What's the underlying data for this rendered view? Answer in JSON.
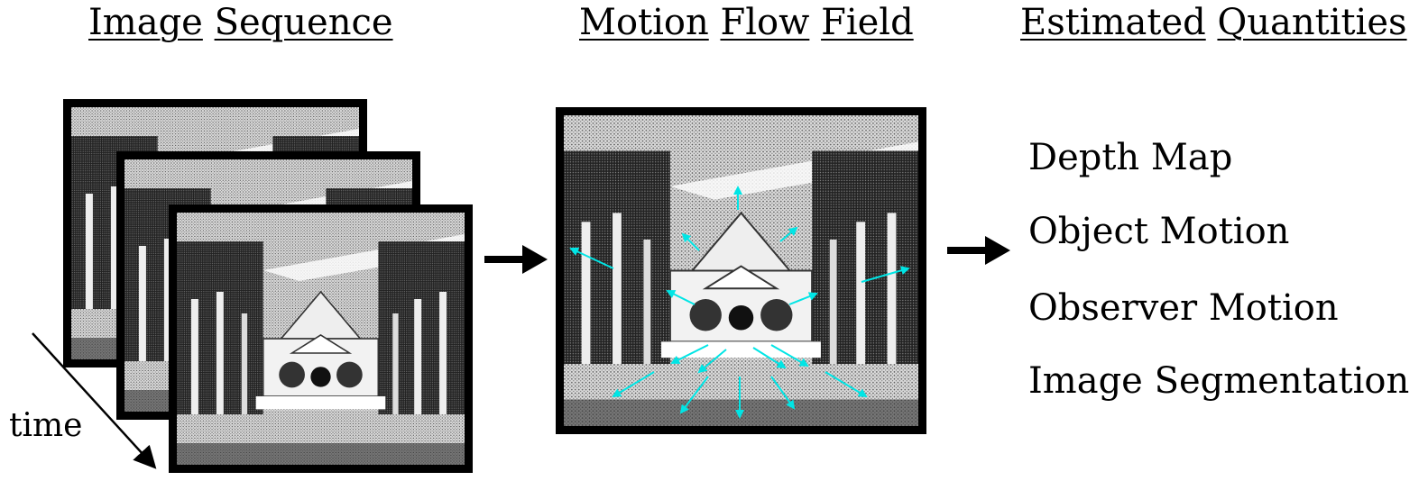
{
  "headings": {
    "sequence": [
      "Image",
      "Sequence"
    ],
    "flow": [
      "Motion",
      "Flow",
      "Field"
    ],
    "estimated": [
      "Estimated",
      "Quantities"
    ]
  },
  "time_label": "time",
  "quantities": [
    "Depth Map",
    "Object Motion",
    "Observer Motion",
    "Image Segmentation"
  ],
  "colors": {
    "flow_vector": "#00e5e5",
    "ink": "#000000"
  }
}
